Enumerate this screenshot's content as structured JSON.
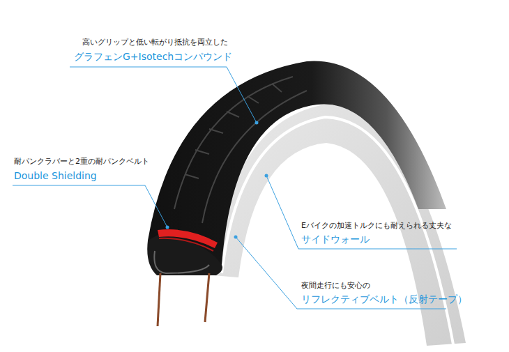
{
  "diagram": {
    "labels": [
      "高いグリップと低い転がり抵抗を両立した",
      "グラフェンG+Isotechコンパウンド",
      "耐パンクラバーと2重の耐パンクベルト",
      "Double Shielding",
      "Eバイクの加速トルクにも耐えられる丈夫な",
      "サイドウォール",
      "夜間走行にも安心の",
      "リフレクティブベルト（反射テープ）"
    ]
  }
}
